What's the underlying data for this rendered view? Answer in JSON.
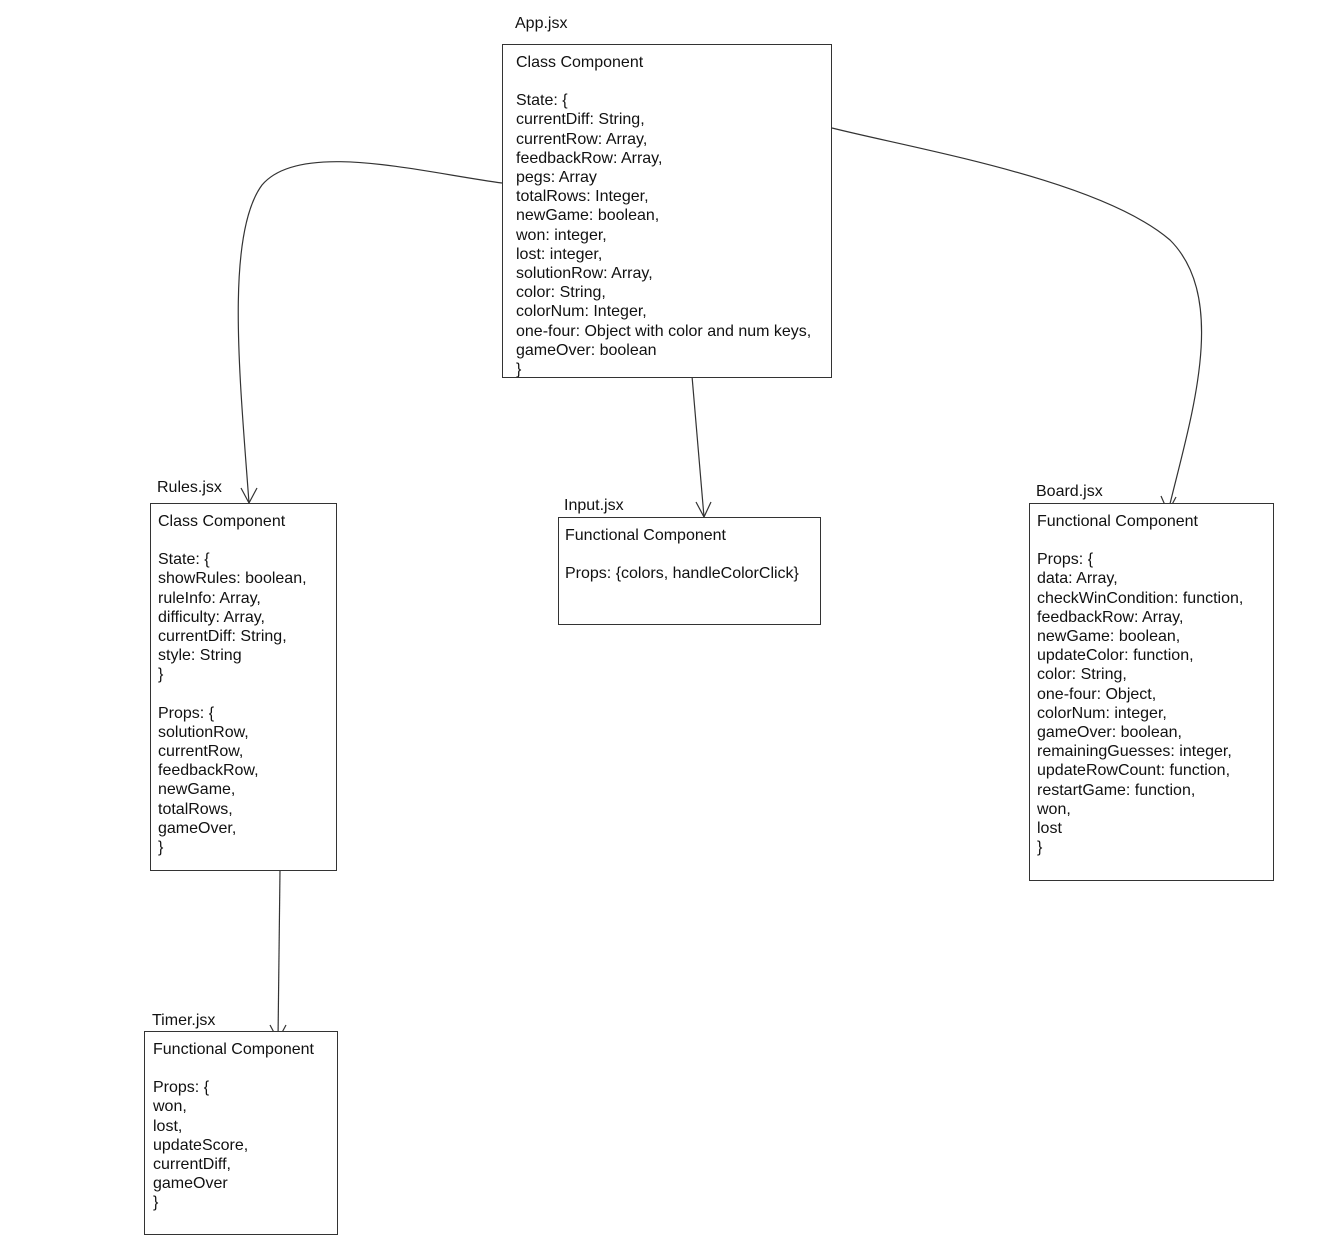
{
  "components": {
    "app": {
      "title": "App.jsx",
      "kind": "Class Component",
      "state": {
        "open": "State: {",
        "lines": [
          "currentDiff: String,",
          "currentRow: Array,",
          "feedbackRow: Array,",
          "pegs: Array",
          "totalRows: Integer,",
          "newGame: boolean,",
          "won: integer,",
          "lost: integer,",
          "solutionRow: Array,",
          "color: String,",
          "colorNum: Integer,",
          "one-four: Object with color and num keys,",
          "gameOver: boolean"
        ],
        "close": "}"
      }
    },
    "rules": {
      "title": "Rules.jsx",
      "kind": "Class Component",
      "state": {
        "open": "State: {",
        "lines": [
          "showRules: boolean,",
          "ruleInfo: Array,",
          "difficulty: Array,",
          "currentDiff: String,",
          "style: String"
        ],
        "close": "}"
      },
      "props": {
        "open": "Props: {",
        "lines": [
          "solutionRow,",
          "currentRow,",
          "feedbackRow,",
          "newGame,",
          "totalRows,",
          "gameOver,"
        ],
        "close": "}"
      }
    },
    "input": {
      "title": "Input.jsx",
      "kind": "Functional Component",
      "props_inline": "Props: {colors, handleColorClick}"
    },
    "board": {
      "title": "Board.jsx",
      "kind": "Functional Component",
      "props": {
        "open": "Props: {",
        "lines": [
          "data: Array,",
          "checkWinCondition: function,",
          "feedbackRow: Array,",
          "newGame: boolean,",
          "updateColor: function,",
          "color: String,",
          "one-four: Object,",
          "colorNum: integer,",
          "gameOver: boolean,",
          "remainingGuesses: integer,",
          "updateRowCount: function,",
          "restartGame: function,",
          "won,",
          "lost"
        ],
        "close": "}"
      }
    },
    "timer": {
      "title": "Timer.jsx",
      "kind": "Functional Component",
      "props": {
        "open": "Props: {",
        "lines": [
          "won,",
          "lost,",
          "updateScore,",
          "currentDiff,",
          "gameOver"
        ],
        "close": "}"
      }
    }
  },
  "colors": {
    "line": "#333333",
    "text": "#111111",
    "background": "#ffffff"
  }
}
